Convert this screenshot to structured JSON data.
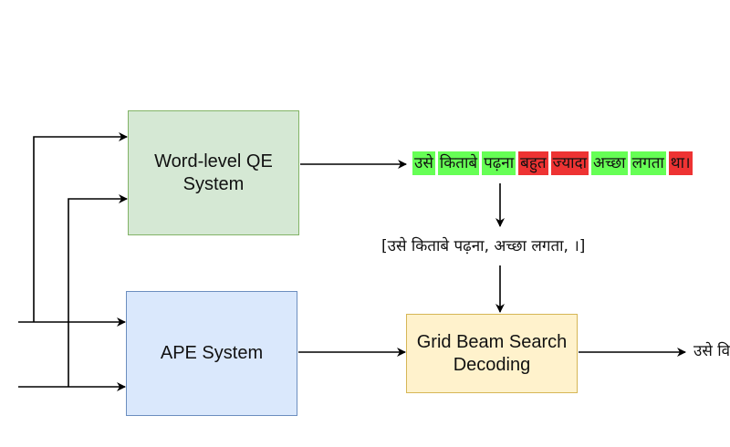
{
  "nodes": {
    "qe_line1": "Word-level QE",
    "qe_line2": "System",
    "ape": "APE System",
    "gbs_line1": "Grid Beam Search",
    "gbs_line2": "Decoding"
  },
  "qe_output": {
    "tokens": [
      {
        "text": "उसे",
        "color": "#66ff55"
      },
      {
        "text": "किताबे",
        "color": "#66ff55"
      },
      {
        "text": "पढ़ना",
        "color": "#66ff55"
      },
      {
        "text": "बहुत",
        "color": "#ee3333"
      },
      {
        "text": "ज्यादा",
        "color": "#ee3333"
      },
      {
        "text": "अच्छा",
        "color": "#66ff55"
      },
      {
        "text": "लगता",
        "color": "#66ff55"
      },
      {
        "text": "था।",
        "color": "#ee3333"
      }
    ]
  },
  "constraints": "[उसे किताबे पढ़ना, अच्छा लगता, ।]",
  "edge_text": {
    "src_cut": ".",
    "mt_cut": "।",
    "output_cut": "उसे वि"
  },
  "colors": {
    "qe_fill": "#d5e8d4",
    "qe_border": "#82b366",
    "ape_fill": "#dae8fc",
    "ape_border": "#6c8ebf",
    "gbs_fill": "#fff2cc",
    "gbs_border": "#d6b656",
    "good_token": "#66ff55",
    "bad_token": "#ee3333",
    "arrow": "#000000"
  }
}
